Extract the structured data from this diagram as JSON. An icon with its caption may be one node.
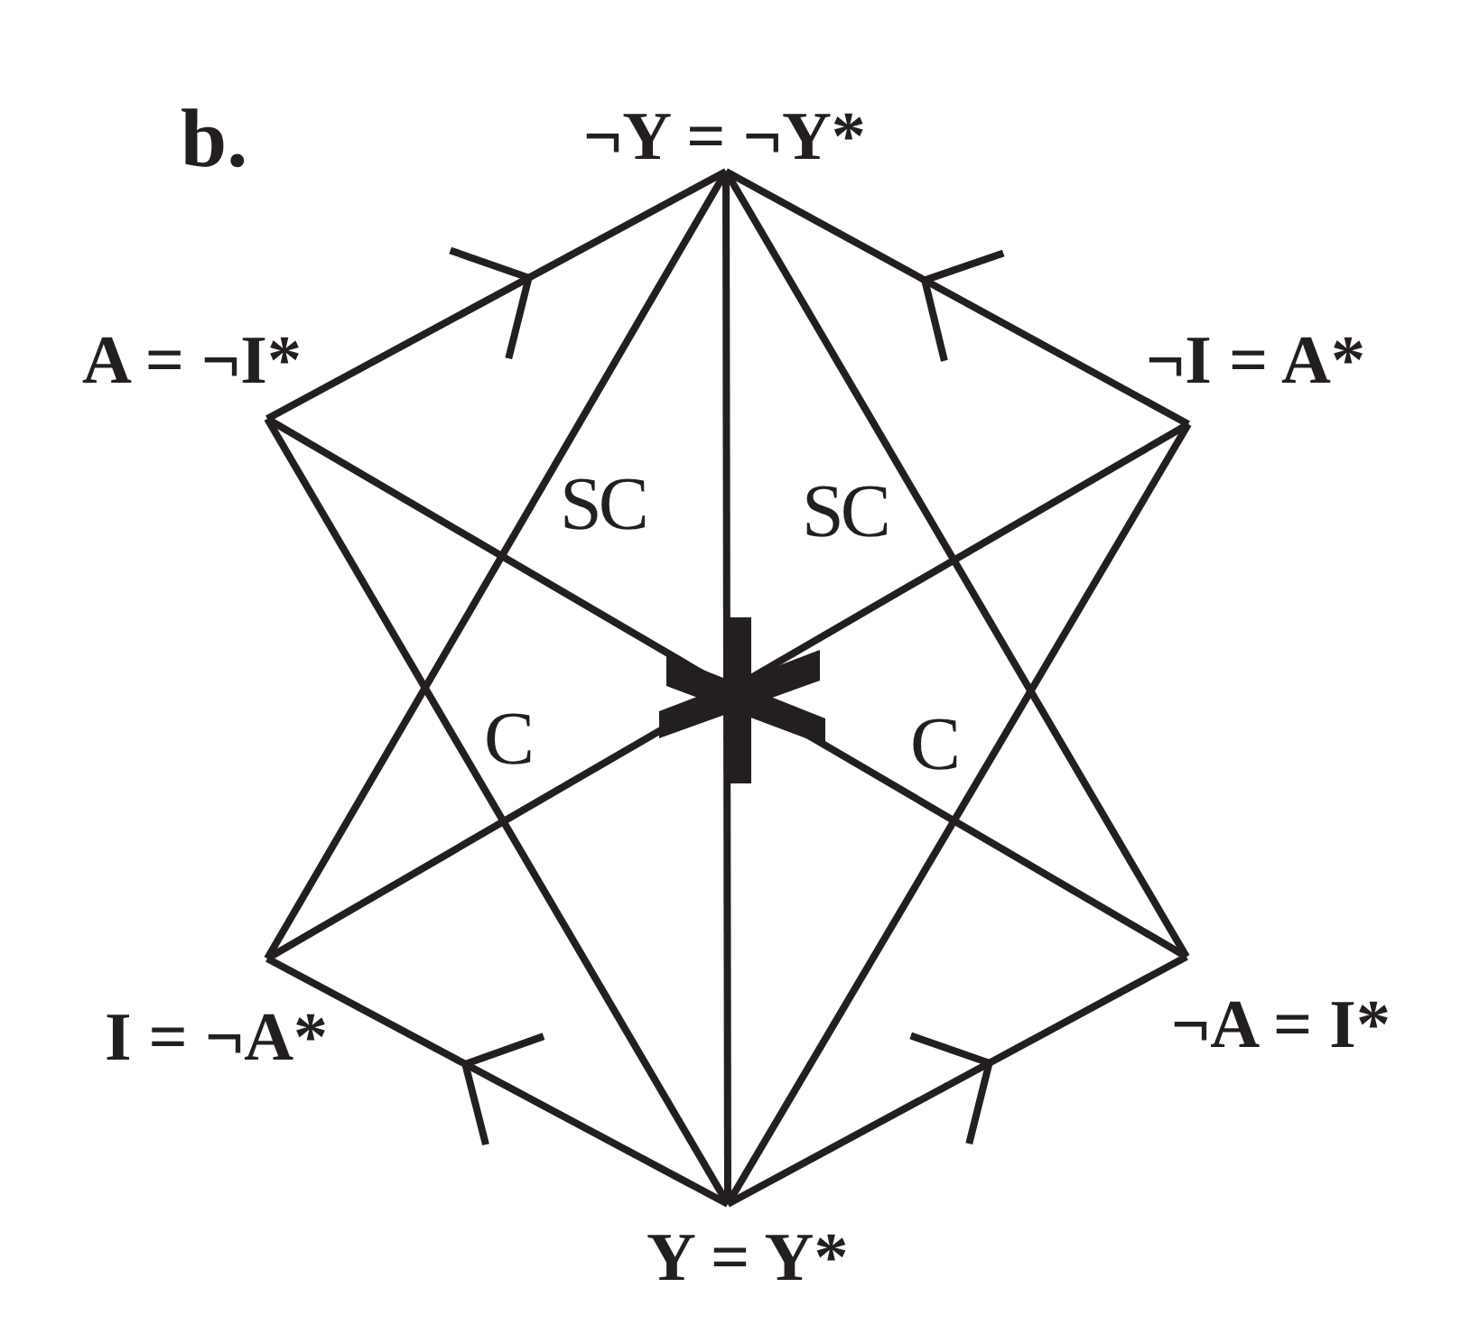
{
  "diagram": {
    "nodes": [
      {
        "text": [
          "¬Y = ¬Y*"
        ]
      },
      {
        "text": [
          "A = ¬I*"
        ]
      },
      {
        "text": [
          "¬I = A*"
        ]
      },
      {
        "text": [
          "I = ¬A*"
        ]
      },
      {
        "text": [
          "¬A = I*"
        ]
      },
      {
        "text": [
          "Y = Y*"
        ]
      }
    ],
    "edges": [
      {
        "from": 1,
        "to": 0,
        "arrow": "to"
      },
      {
        "from": 2,
        "to": 0,
        "arrow": "to"
      },
      {
        "from": 0,
        "to": 3,
        "arrow": "none",
        "label": "SC"
      },
      {
        "from": 0,
        "to": 4,
        "arrow": "none",
        "label": "SC"
      },
      {
        "from": 0,
        "to": 5,
        "arrow": "none"
      },
      {
        "from": 1,
        "to": 4,
        "arrow": "none"
      },
      {
        "from": 2,
        "to": 3,
        "arrow": "none"
      },
      {
        "from": 1,
        "to": 5,
        "arrow": "none",
        "label": "C"
      },
      {
        "from": 2,
        "to": 5,
        "arrow": "none",
        "label": "C"
      },
      {
        "from": 5,
        "to": 3,
        "arrow": "to"
      },
      {
        "from": 5,
        "to": 4,
        "arrow": "to"
      }
    ],
    "labels": [
      "b."
    ]
  }
}
